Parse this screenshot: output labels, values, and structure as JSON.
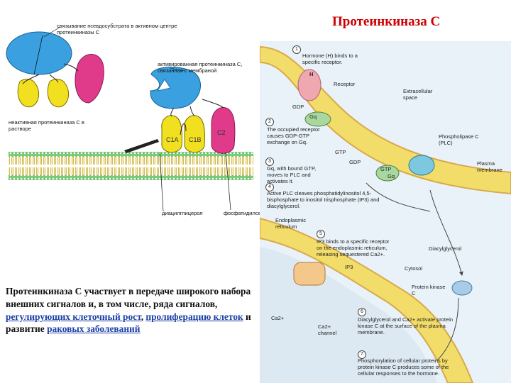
{
  "title": "Протеинкиназа С",
  "left_diagram": {
    "labels": {
      "top": "связывание псевдосубстрата в активном центре протеинкиназы С",
      "activated": "активированная протеинкиназа С, связанная с мембраной",
      "inactive": "неактивная протеинкиназа С в растворе",
      "diacylglycerol": "диацилглицерол",
      "phosphatidylserine": "фосфатидилсерин",
      "c1a": "C1A",
      "c1b": "C1B",
      "c2": "C2"
    }
  },
  "description": {
    "part1": "Протеинкиназа С участвует в передаче широкого набора внешних сигналов и, в том числе, ряда сигналов, ",
    "link1": "регулирующих клеточный рост",
    "sep1": ", ",
    "link2": "пролиферацию клеток",
    "part2": " и развитие ",
    "link3": "раковых заболеваний"
  },
  "right_diagram": {
    "steps": [
      {
        "n": "1",
        "text": "Hormone (H) binds to a specific receptor."
      },
      {
        "n": "2",
        "text": "The occupied receptor causes GDP-GTP exchange on Gq."
      },
      {
        "n": "3",
        "text": "Gq, with bound GTP, moves to PLC and activates it."
      },
      {
        "n": "4",
        "text": "Active PLC cleaves phosphatidylinositol 4,5-bisphosphate to inositol trisphosphate (IP3) and diacylglycerol."
      },
      {
        "n": "5",
        "text": "IP3 binds to a specific receptor on the endoplasmic reticulum, releasing sequestered Ca2+."
      },
      {
        "n": "6",
        "text": "Diacylglycerol and Ca2+ activate protein kinase C at the surface of the plasma membrane."
      },
      {
        "n": "7",
        "text": "Phosphorylation of cellular proteins by protein kinase C produces some of the cellular responses to the hormone."
      }
    ],
    "labels": {
      "h": "H",
      "receptor": "Receptor",
      "extracellular": "Extracellular space",
      "gdp": "GDP",
      "gq": "Gq",
      "gtp": "GTP",
      "gdp2": "GDP",
      "gtp2": "GTP",
      "gq2": "Gq",
      "plc": "Phospholipase C (PLC)",
      "plasma": "Plasma membrane",
      "er": "Endoplasmic reticulum",
      "ip3": "IP3",
      "dag": "Diacylglycerol",
      "cytosol": "Cytosol",
      "pkc": "Protein kinase C",
      "ca": "Ca2+",
      "channel": "Ca2+ channel"
    }
  }
}
